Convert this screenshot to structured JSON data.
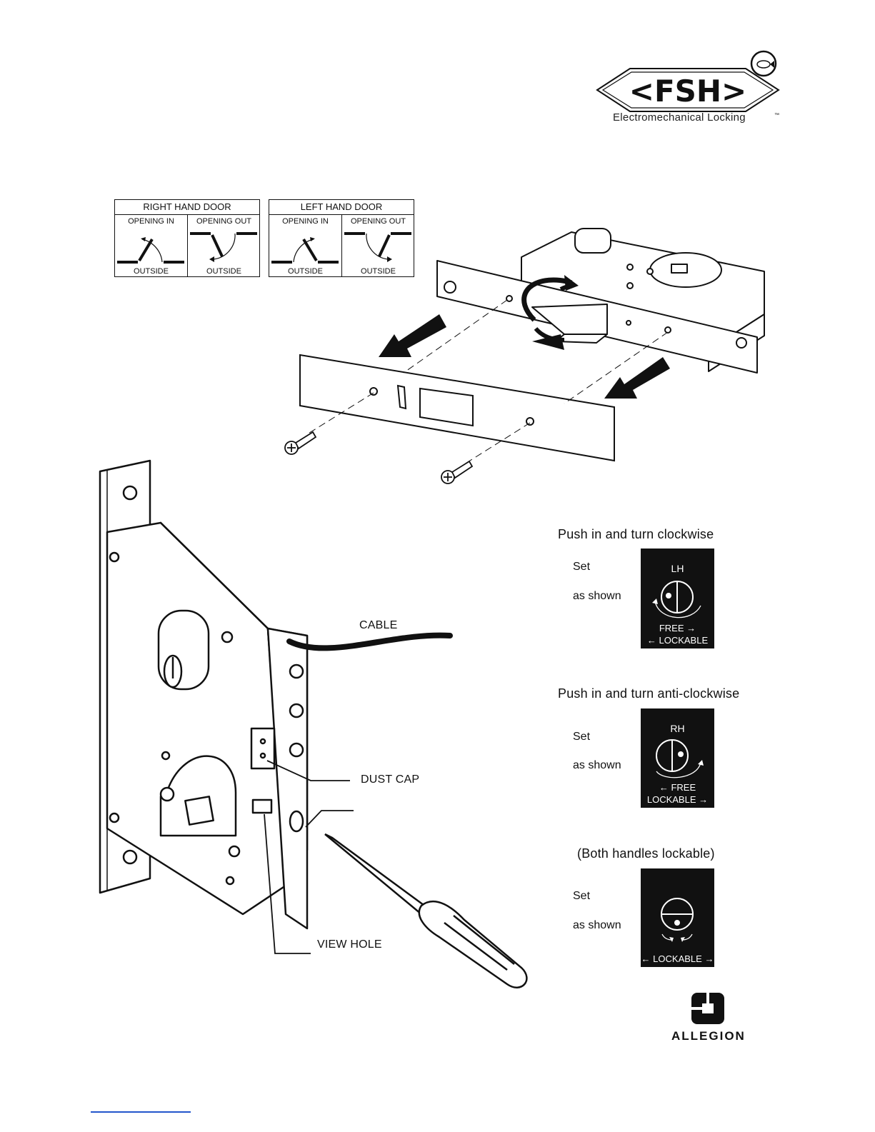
{
  "brand": {
    "fsh_logo": "<FSH>",
    "tagline": "Electromechanical Locking",
    "trademark": "™",
    "allegion": "ALLEGION"
  },
  "handing": {
    "right_hand": {
      "title": "RIGHT HAND DOOR",
      "opening_in": "OPENING IN",
      "opening_out": "OPENING OUT",
      "outside_1": "OUTSIDE",
      "outside_2": "OUTSIDE"
    },
    "left_hand": {
      "title": "LEFT HAND DOOR",
      "opening_in": "OPENING IN",
      "opening_out": "OPENING OUT",
      "outside_1": "OUTSIDE",
      "outside_2": "OUTSIDE"
    }
  },
  "callouts": {
    "cable": "CABLE",
    "dust_cap": "DUST CAP",
    "view_hole": "VIEW HOLE"
  },
  "settings": [
    {
      "heading": "Push in and turn clockwise",
      "set": "Set",
      "as_shown": "as shown",
      "dial_label": "LH",
      "free": "FREE",
      "lockable": "LOCKABLE"
    },
    {
      "heading": "Push in and turn anti-clockwise",
      "set": "Set",
      "as_shown": "as shown",
      "dial_label": "RH",
      "free": "FREE",
      "lockable": "LOCKABLE"
    },
    {
      "heading": "(Both handles lockable)",
      "set": "Set",
      "as_shown": "as shown",
      "lockable": "LOCKABLE"
    }
  ],
  "colors": {
    "ink": "#111111",
    "paper": "#ffffff"
  }
}
